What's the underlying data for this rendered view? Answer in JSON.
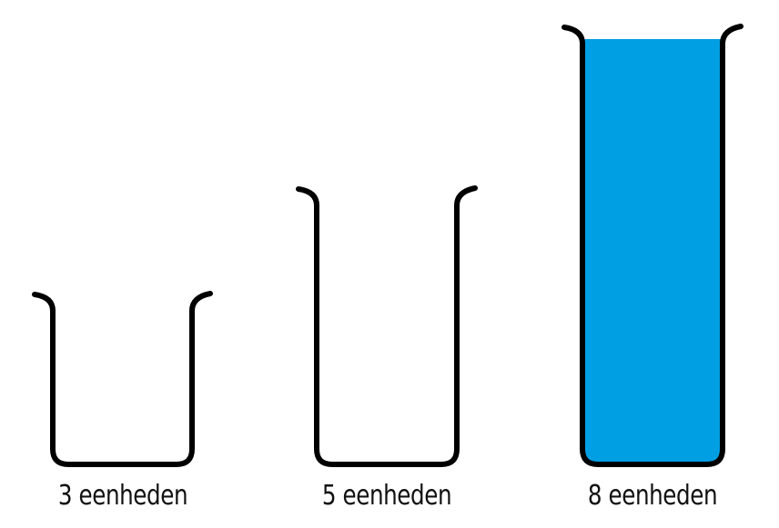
{
  "colors": {
    "outline": "#000000",
    "fill": "#009fe3",
    "background": "#ffffff"
  },
  "containers": [
    {
      "capacity": 3,
      "label": "3 eenheden",
      "filled": false
    },
    {
      "capacity": 5,
      "label": "5 eenheden",
      "filled": false
    },
    {
      "capacity": 8,
      "label": "8 eenheden",
      "filled": true
    }
  ]
}
